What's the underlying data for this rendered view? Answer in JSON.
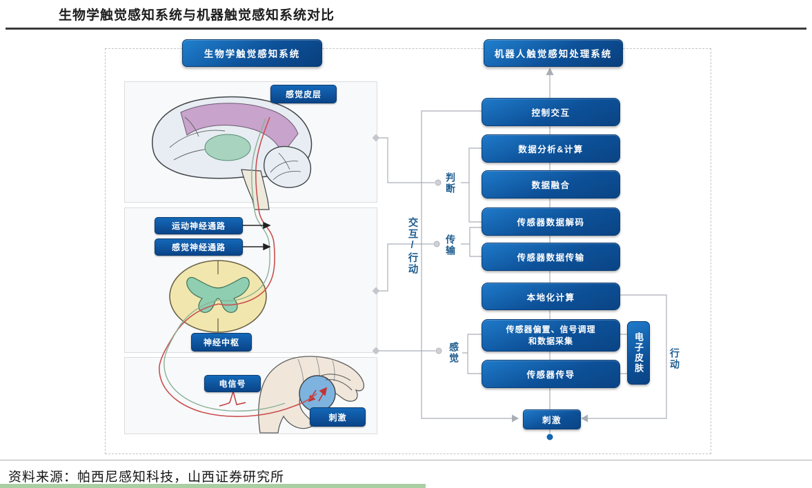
{
  "page": {
    "title": "生物学触觉感知系统与机器触觉感知系统对比",
    "source": "资料来源：帕西尼感知科技，山西证券研究所"
  },
  "colors": {
    "box_blue": "#0d5199",
    "box_blue_dark": "#0a4484",
    "label_navy": "#1d5c8f",
    "connector_gray": "#a9aeb6",
    "nerve_red": "#c94f4f",
    "nerve_green": "#88b097",
    "cortex_purple": "#c8a3cb",
    "thalamus_green": "#a8d4bf",
    "spine_yellow": "#f1e7ae",
    "ball_blue": "#7db3de",
    "footer_green": "#a9cfa2"
  },
  "diagram": {
    "left": {
      "header": "生物学触觉感知系统",
      "labels": {
        "cortex": "感觉皮层",
        "motor_pathway": "运动神经通路",
        "sensory_pathway": "感觉神经通路",
        "nerve_center": "神经中枢",
        "electric_signal": "电信号",
        "stimulus": "刺激"
      }
    },
    "middle": {
      "judgment": "判断",
      "transmission": "传输",
      "sensation": "感觉",
      "interaction_action": "交互/行动"
    },
    "right": {
      "header": "机器人触觉感知处理系统",
      "boxes": [
        "控制交互",
        "数据分析&计算",
        "数据融合",
        "传感器数据解码",
        "传感器数据传输",
        "本地化计算",
        "传感器偏置、信号调理\n和数据采集",
        "传感器传导"
      ],
      "stimulus": "刺激",
      "e_skin": "电子皮肤",
      "action": "行动"
    }
  }
}
